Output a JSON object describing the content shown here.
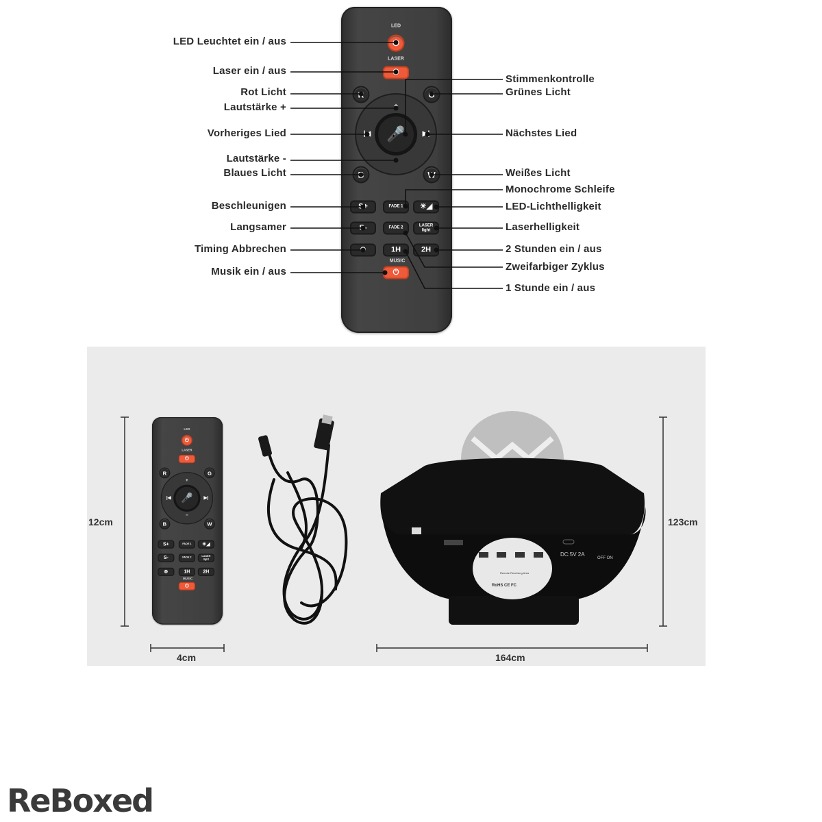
{
  "callouts": {
    "left": [
      {
        "label": "LED Leuchtet ein / aus"
      },
      {
        "label": "Laser ein / aus"
      },
      {
        "label": "Rot Licht"
      },
      {
        "label": "Lautstärke +"
      },
      {
        "label": "Vorheriges Lied"
      },
      {
        "label": "Lautstärke -"
      },
      {
        "label": "Blaues Licht"
      },
      {
        "label": "Beschleunigen"
      },
      {
        "label": "Langsamer"
      },
      {
        "label": "Timing Abbrechen"
      },
      {
        "label": "Musik ein / aus"
      }
    ],
    "right": [
      {
        "label": "Stimmenkontrolle"
      },
      {
        "label": "Grünes Licht"
      },
      {
        "label": "Nächstes Lied"
      },
      {
        "label": "Weißes Licht"
      },
      {
        "label": "Monochrome Schleife"
      },
      {
        "label": "LED-Lichthelligkeit"
      },
      {
        "label": "Laserhelligkeit"
      },
      {
        "label": "2 Stunden ein / aus"
      },
      {
        "label": "Zweifarbiger Zyklus"
      },
      {
        "label": "1 Stunde ein / aus"
      }
    ]
  },
  "remote": {
    "led_caption": "LED",
    "laser_caption": "LASER",
    "music_caption": "MUSIC",
    "buttons": {
      "r": "R",
      "g": "G",
      "b": "B",
      "w": "W",
      "s_plus": "S+",
      "s_minus": "S-",
      "fade1": "FADE 1",
      "fade2": "FADE 2",
      "laser_light": "LASER light",
      "h1": "1H",
      "h2": "2H",
      "vol_plus": "+",
      "vol_minus": "−"
    },
    "power_icon": "power-icon",
    "accent_color": "#ef5a3a",
    "body_color": "#3c3c3c"
  },
  "dimensions": {
    "remote_height": "12cm",
    "remote_width": "4cm",
    "lamp_width": "164cm",
    "lamp_height": "123cm"
  },
  "lamp": {
    "power_spec": "DC:5V 2A",
    "switch_label": "OFF ON",
    "receiver_label": "Remote Receiving Area",
    "certifications": "RoHS CE FC"
  },
  "logo": "ReBoxed",
  "page_curl_color": "#6cc3e0"
}
